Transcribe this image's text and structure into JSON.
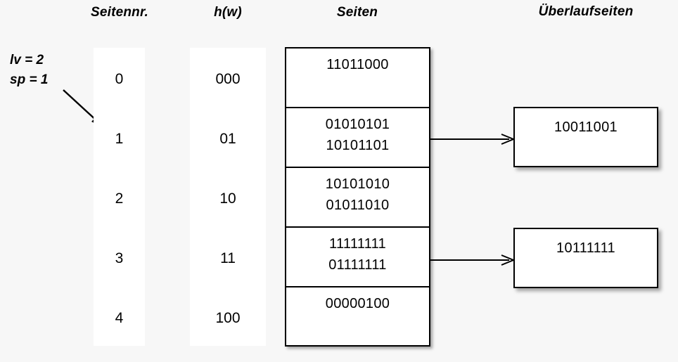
{
  "headers": {
    "seitennr": "Seitennr.",
    "hw": "h(w)",
    "seiten": "Seiten",
    "ueberlaufseiten": "Überlaufseiten"
  },
  "params": {
    "lv": "lv = 2",
    "sp": "sp = 1"
  },
  "index": {
    "page_numbers": [
      "0",
      "1",
      "2",
      "3",
      "4"
    ],
    "hash_values": [
      "000",
      "01",
      "10",
      "11",
      "100"
    ]
  },
  "pages": [
    {
      "entries": [
        "11011000"
      ]
    },
    {
      "entries": [
        "01010101",
        "10101101"
      ]
    },
    {
      "entries": [
        "10101010",
        "01011010"
      ]
    },
    {
      "entries": [
        "11111111",
        "01111111"
      ]
    },
    {
      "entries": [
        "00000100"
      ]
    }
  ],
  "overflow_pages": [
    {
      "entries": [
        "10011001"
      ],
      "from_page_index": 1
    },
    {
      "entries": [
        "10111111"
      ],
      "from_page_index": 3
    }
  ],
  "colors": {
    "background": "#f7f7f7",
    "panel": "#ffffff",
    "stroke": "#000000"
  }
}
